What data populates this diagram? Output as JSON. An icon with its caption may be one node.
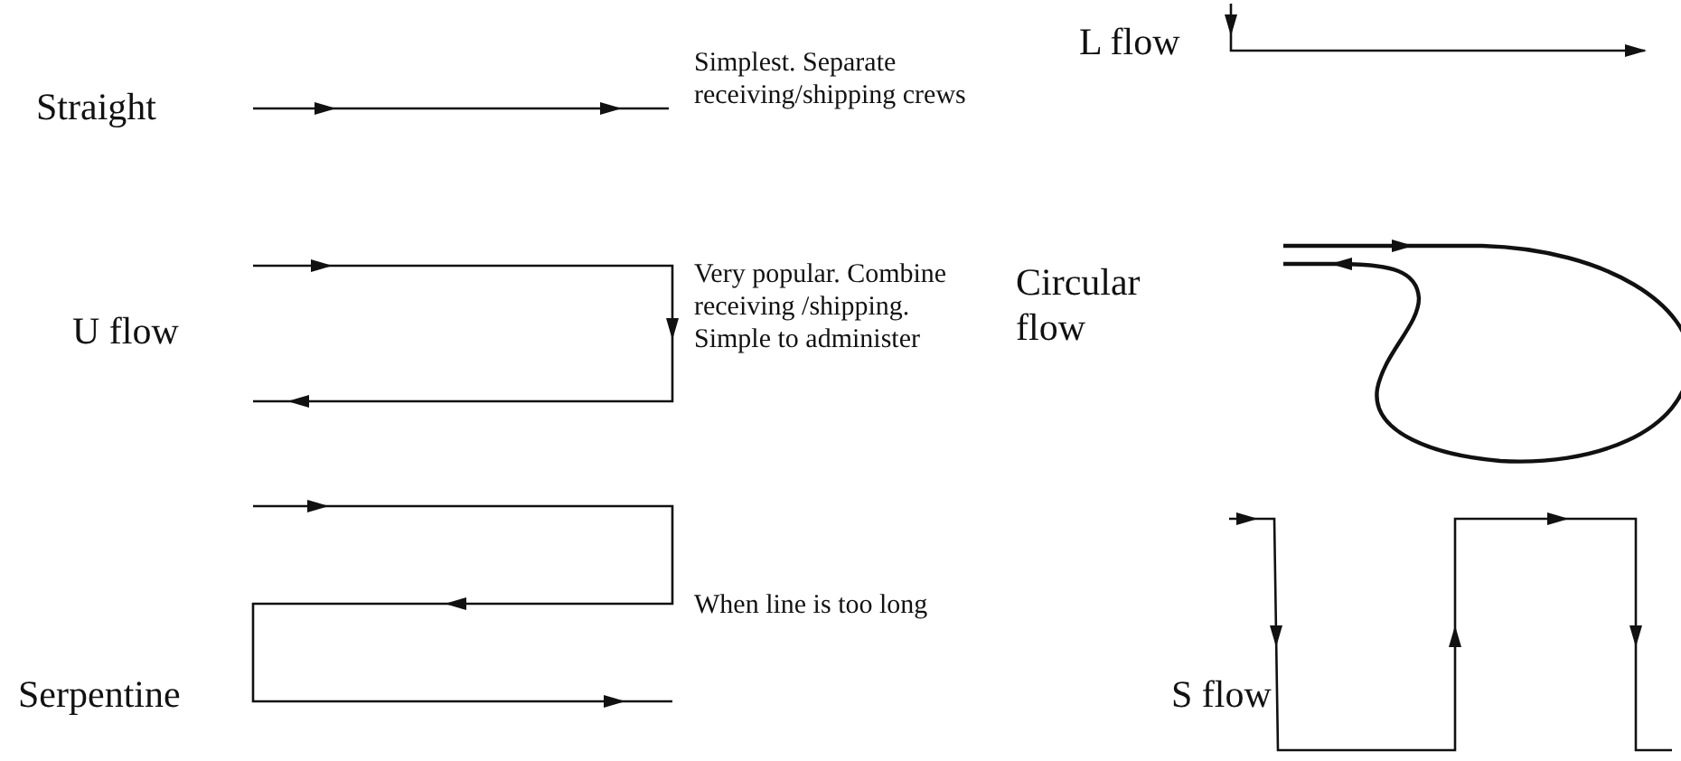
{
  "diagram": {
    "labels": [
      "Straight",
      "Simplest. Separate receiving/shipping crews",
      "L flow",
      "U flow",
      "Very popular. Combine receiving /shipping. Simple to administer",
      "Circular flow",
      "Serpentine",
      "When line is too long",
      "S flow"
    ]
  }
}
